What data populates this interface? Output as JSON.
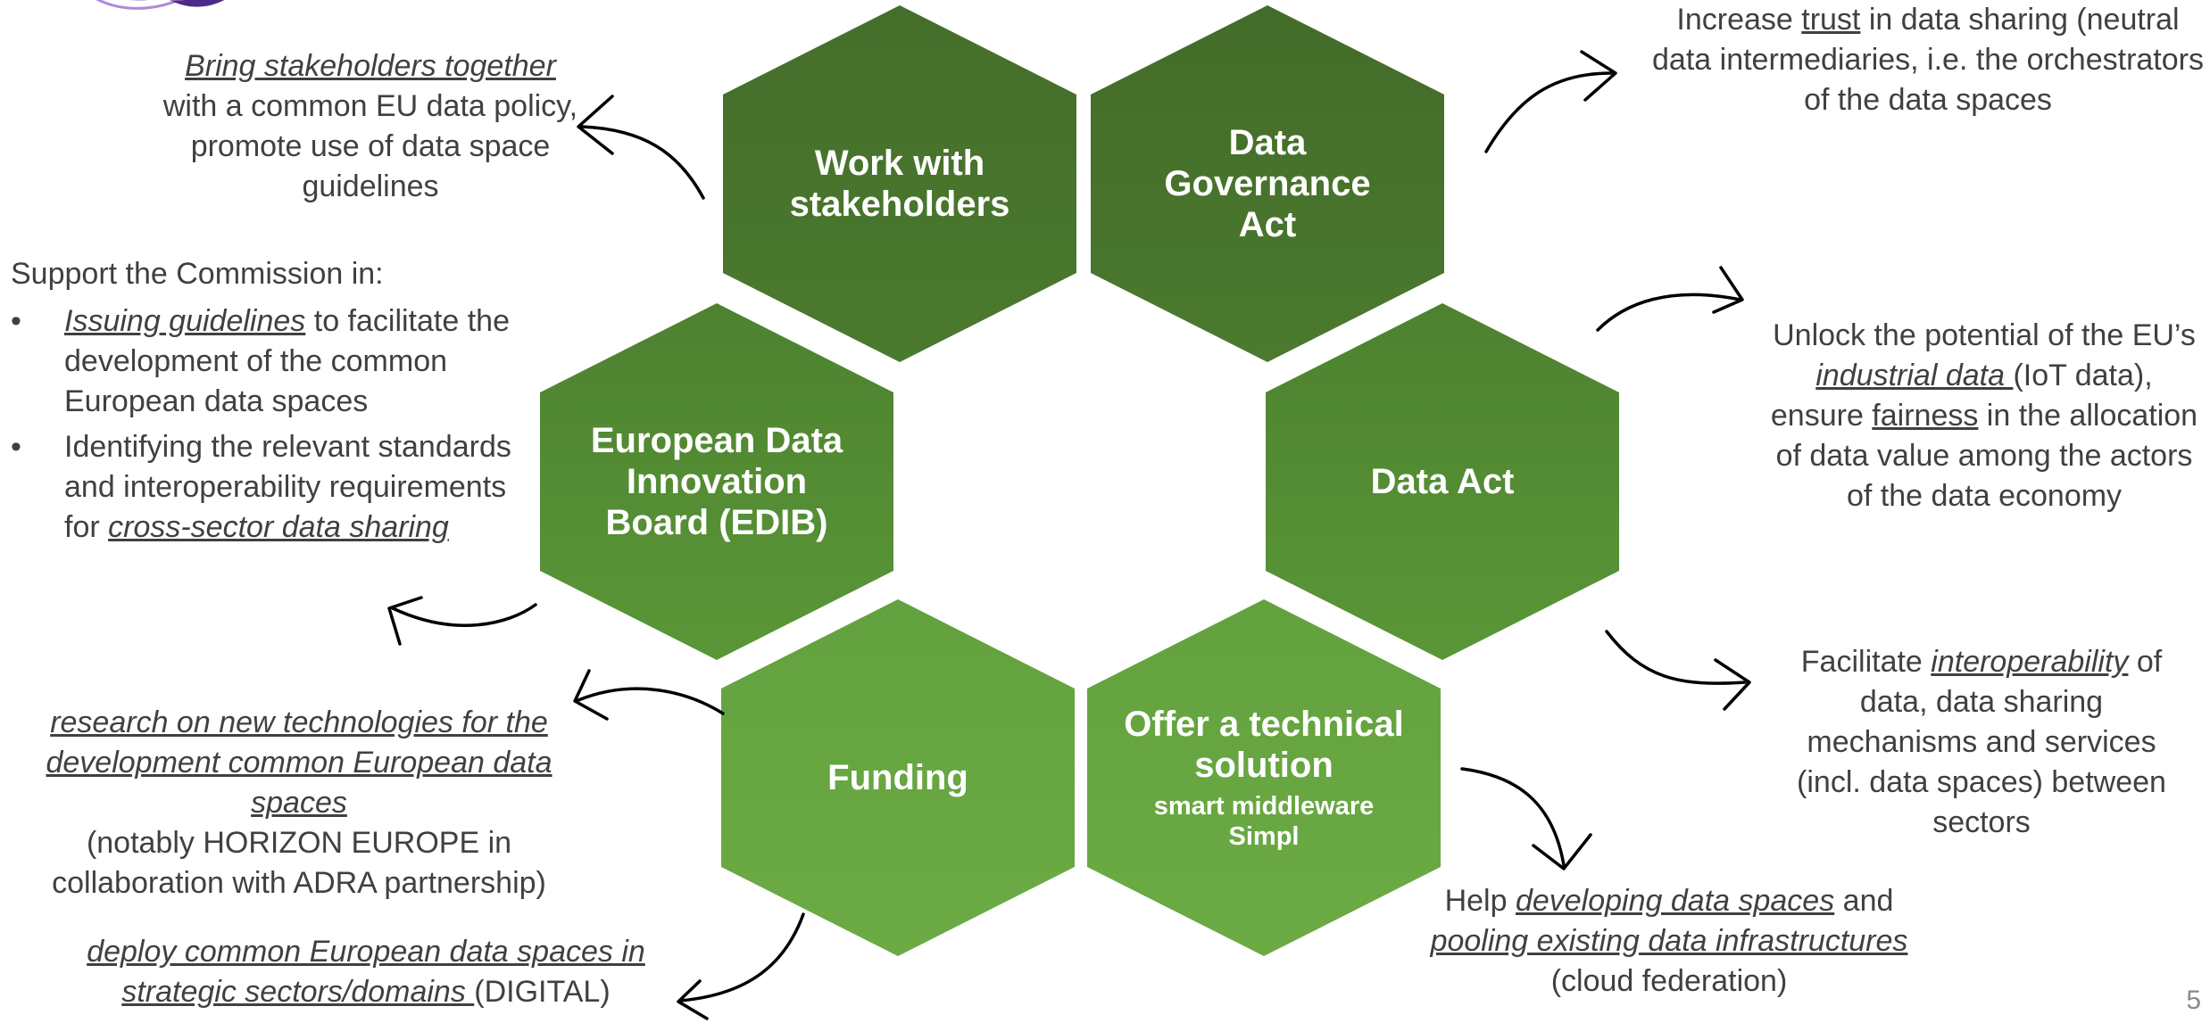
{
  "hexagons": {
    "work_with_stakeholders": "Work with stakeholders",
    "data_governance_act": "Data Governance Act",
    "edib": "European Data Innovation Board (EDIB)",
    "data_act": "Data Act",
    "funding": "Funding",
    "technical_solution": {
      "title": "Offer a technical solution",
      "sub1": "smart middleware",
      "sub2": "Simpl"
    }
  },
  "notes": {
    "stakeholders": {
      "link": "Bring stakeholders together",
      "rest": "with a common EU data policy, promote use of data space guidelines"
    },
    "dga": {
      "pre": "Increase ",
      "link": "trust",
      "post": " in data sharing (neutral data intermediaries, i.e. the orchestrators of the data spaces"
    },
    "commission": {
      "intro": "Support the Commission in:",
      "bullet1_link": "Issuing guidelines",
      "bullet1_rest": " to facilitate the development of the common European data spaces",
      "bullet2_pre": "Identifying the relevant standards and interoperability requirements for ",
      "bullet2_link": "cross-sector data sharing"
    },
    "data_act": {
      "p1": "Unlock the potential of the EU’s ",
      "link1": "industrial data ",
      "p2": "(IoT data), ensure ",
      "link2": "fairness",
      "p3": " in the allocation of data value among the actors of the data economy"
    },
    "interop": {
      "pre": "Facilitate ",
      "link": "interoperability",
      "post": " of data, data sharing mechanisms and services (incl. data spaces) between sectors"
    },
    "research": {
      "link": "research on new technologies for the development common European data spaces",
      "rest": "(notably HORIZON EUROPE in collaboration with ADRA partnership)"
    },
    "deploy": {
      "link": "deploy common European data spaces in strategic sectors/domains ",
      "rest": "(DIGITAL)"
    },
    "help": {
      "pre": "Help ",
      "link1": "developing data spaces",
      "mid": " and ",
      "link2": "pooling existing data infrastructures ",
      "post": "(cloud federation)"
    }
  },
  "page_number": "5",
  "colors": {
    "hex_top": "#456e2b",
    "hex_mid": "#528a33",
    "hex_bottom": "#6aa842",
    "text": "#404040",
    "logo_purple": "#4b2a8a"
  }
}
